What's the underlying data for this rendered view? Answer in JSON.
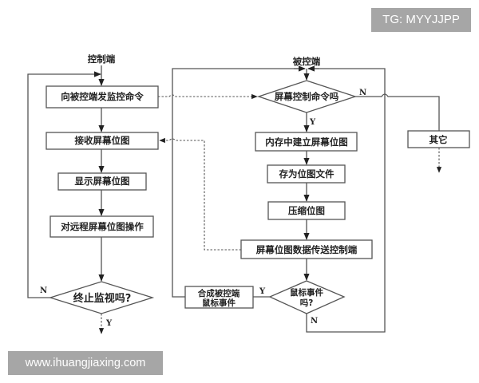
{
  "watermarks": {
    "top_right": "TG: MYYJJPP",
    "bottom_left": "www.ihuangjiaxing.com"
  },
  "diagram": {
    "type": "flowchart",
    "lanes": {
      "controller": "控制端",
      "controlled": "被控端"
    },
    "controller_nodes": {
      "send_command": "向被控端发监控命令",
      "receive_bitmap": "接收屏幕位图",
      "display_bitmap": "显示屏幕位图",
      "operate_bitmap": "对远程屏幕位图操作",
      "stop_decision": "终止监视吗?"
    },
    "controlled_nodes": {
      "screen_cmd_decision": "屏幕控制命令吗",
      "build_bitmap": "内存中建立屏幕位图",
      "save_bitmap": "存为位图文件",
      "compress_bitmap": "压缩位图",
      "transfer_bitmap": "屏幕位图数据传送控制端",
      "mouse_decision_line1": "鼠标事件",
      "mouse_decision_line2": "吗?",
      "synth_mouse_line1": "合成被控端",
      "synth_mouse_line2": "鼠标事件",
      "other": "其它"
    },
    "branch_labels": {
      "yes": "Y",
      "no": "N"
    },
    "colors": {
      "line": "#555555",
      "box_fill": "#ffffff",
      "text": "#222222",
      "watermark_bg": "#a6a6a6"
    }
  }
}
